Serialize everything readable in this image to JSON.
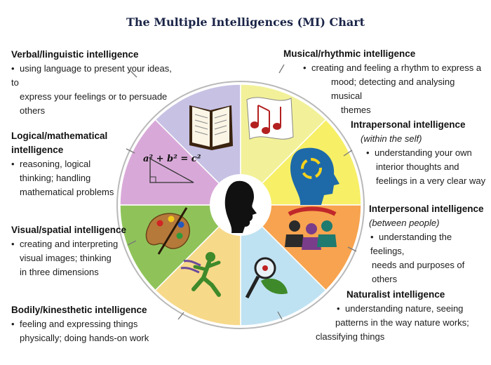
{
  "title": "The Multiple Intelligences (MI) Chart",
  "colors": {
    "verbal": "#c7c1e4",
    "musical": "#f2f199",
    "intrapersonal": "#f7ef66",
    "interpersonal": "#f7a34f",
    "naturalist": "#bfe2f2",
    "bodily": "#f7d98a",
    "visual": "#8fc35a",
    "logical": "#d8a9d8",
    "center": "#ffffff",
    "head": "#111111"
  },
  "formula": "a² + b² = c²",
  "intelligences": {
    "verbal": {
      "title": "Verbal/linguistic intelligence",
      "desc_lines": [
        "using language to present your ideas, to",
        "express your feelings or to persuade",
        "others"
      ]
    },
    "logical": {
      "title_lines": [
        "Logical/mathematical",
        "intelligence"
      ],
      "desc_lines": [
        "reasoning, logical",
        "thinking; handling",
        "mathematical problems"
      ]
    },
    "visual": {
      "title": "Visual/spatial intelligence",
      "desc_lines": [
        "creating and interpreting",
        "visual images; thinking",
        "in three dimensions"
      ]
    },
    "bodily": {
      "title": "Bodily/kinesthetic intelligence",
      "desc_lines": [
        "feeling and expressing things",
        "physically; doing hands-on work"
      ]
    },
    "musical": {
      "title": "Musical/rhythmic intelligence",
      "desc_lines": [
        "creating and feeling a rhythm to express a",
        "mood; detecting and analysing musical",
        "themes"
      ]
    },
    "intrapersonal": {
      "title": "Intrapersonal intelligence",
      "subtitle": "(within the self)",
      "desc_lines": [
        "understanding your own",
        "interior thoughts and",
        "feelings in a very clear way"
      ]
    },
    "interpersonal": {
      "title": "Interpersonal intelligence",
      "subtitle": "(between people)",
      "desc_lines": [
        "understanding the feelings,",
        "needs and purposes of",
        "others"
      ]
    },
    "naturalist": {
      "title": "Naturalist intelligence",
      "desc_lines": [
        "understanding nature, seeing",
        "patterns in the way nature works;",
        "classifying things"
      ]
    }
  }
}
